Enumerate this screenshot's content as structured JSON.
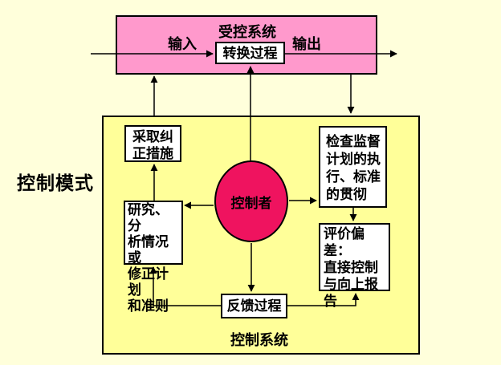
{
  "diagram": {
    "title": "控制模式",
    "controlled_system": {
      "label": "受控系统",
      "input": "输入",
      "output": "输出",
      "process": "转换过程"
    },
    "control_system": {
      "label": "控制系统",
      "controller": "控制者",
      "corrective_action": "采取纠\n正措施",
      "research": "研究、分\n析情况或\n修正计划\n和准则",
      "inspect": "检查监督\n计划的执\n行、标准\n的贯彻",
      "evaluate": "评价偏差：\n直接控制\n与向上报\n告",
      "feedback": "反馈过程"
    },
    "colors": {
      "background": "#FFFFDB",
      "controlled_system_fill": "#FF99CC",
      "control_system_fill": "#FFFF99",
      "controller_fill": "#EF135F",
      "node_fill": "#FFFFFF",
      "line": "#000000",
      "text": "#000000"
    }
  }
}
